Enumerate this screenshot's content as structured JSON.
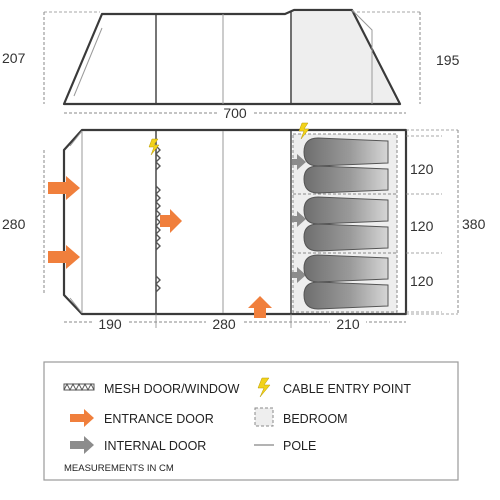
{
  "side_view": {
    "height_total": "207",
    "height_bedroom": "195",
    "length": "700"
  },
  "floor_plan": {
    "width": "380",
    "porch_depth": "280",
    "bedroom_pod_widths": [
      "120",
      "120",
      "120"
    ],
    "section_lengths": [
      "190",
      "280",
      "210"
    ]
  },
  "legend": {
    "mesh": "MESH DOOR/WINDOW",
    "cable": "CABLE ENTRY POINT",
    "entrance": "ENTRANCE DOOR",
    "bedroom": "BEDROOM",
    "internal": "INTERNAL DOOR",
    "pole": "POLE",
    "note": "MEASUREMENTS IN CM"
  },
  "colors": {
    "outline": "#3a3a3a",
    "dimension": "#8a8a8a",
    "entrance_arrow": "#f07f3c",
    "internal_arrow": "#8c8c8c",
    "cable": "#f2d21a",
    "bedroom_fill": "#eeeeee",
    "sleeping_bag": "#7a7a7a",
    "pole": "#9a9a9a"
  }
}
